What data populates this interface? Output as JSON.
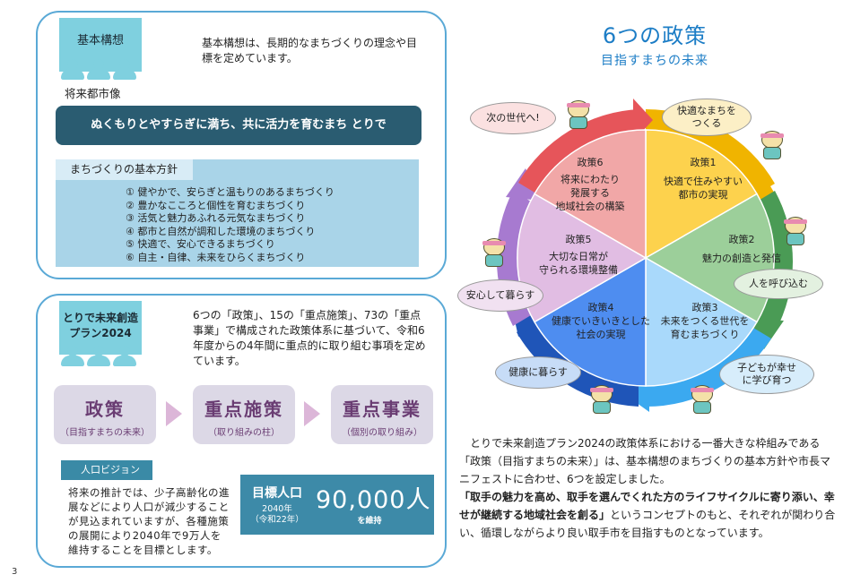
{
  "page_number": "3",
  "basic_concept": {
    "badge_title": "基本構想",
    "description": "基本構想は、長期的なまちづくりの理念や目標を定めています。",
    "future_city_label": "将来都市像",
    "slogan": "ぬくもりとやすらぎに満ち、共に活力を育むまち とりで",
    "policy_panel_title": "まちづくりの基本方針",
    "policies": [
      "① 健やかで、安らぎと温もりのあるまちづくり",
      "② 豊かなこころと個性を育むまちづくり",
      "③ 活気と魅力あふれる元気なまちづくり",
      "④ 都市と自然が調和した環境のまちづくり",
      "⑤ 快適で、安心できるまちづくり",
      "⑥ 自主・自律、未来をひらくまちづくり"
    ]
  },
  "plan2024": {
    "badge_title_line1": "とりで未来創造",
    "badge_title_line2": "プラン2024",
    "description": "6つの「政策」、15の「重点施策」、73の「重点事業」で構成された政策体系に基づいて、令和6年度からの4年間に重点的に取り組む事項を定めています。",
    "flow": [
      {
        "title": "政策",
        "subtitle": "（目指すまちの未来）"
      },
      {
        "title": "重点施策",
        "subtitle": "（取り組みの柱）"
      },
      {
        "title": "重点事業",
        "subtitle": "（個別の取り組み）"
      }
    ],
    "population_vision": {
      "label": "人口ビジョン",
      "text": "将来の推計では、少子高齢化の進展などにより人口が減少することが見込まれていますが、各種施策の展開により2040年で9万人を維持することを目標とします。",
      "target_label": "目標人口",
      "target_year": "2040年",
      "target_era": "（令和22年）",
      "target_value": "90,000人",
      "target_suffix": "を維持"
    }
  },
  "six_policies": {
    "title": "6つの政策",
    "subtitle": "目指すまちの未来",
    "sectors": [
      {
        "id": "policy1",
        "name": "政策1",
        "label_line1": "快適で住みやすい",
        "label_line2": "都市の実現",
        "label_line3": "",
        "color": "#fdd24d",
        "arrow_color": "#f0b400",
        "bubble": "快適なまちを\nつくる",
        "bubble_color": "#fcefc6"
      },
      {
        "id": "policy2",
        "name": "政策2",
        "label_line1": "魅力の創造と発信",
        "label_line2": "",
        "label_line3": "",
        "color": "#9ccf9a",
        "arrow_color": "#4a9b55",
        "bubble": "人を呼び込む",
        "bubble_color": "#e3f1e0"
      },
      {
        "id": "policy3",
        "name": "政策3",
        "label_line1": "未来をつくる世代を",
        "label_line2": "育むまちづくり",
        "label_line3": "",
        "color": "#a9d9fb",
        "arrow_color": "#3ba9f0",
        "bubble": "子どもが幸せ\nに学び育つ",
        "bubble_color": "#d7edfb"
      },
      {
        "id": "policy4",
        "name": "政策4",
        "label_line1": "健康でいきいきとした",
        "label_line2": "社会の実現",
        "label_line3": "",
        "color": "#4e8df0",
        "arrow_color": "#1f55b8",
        "bubble": "健康に暮らす",
        "bubble_color": "#c7dcf7"
      },
      {
        "id": "policy5",
        "name": "政策5",
        "label_line1": "大切な日常が",
        "label_line2": "守られる環境整備",
        "label_line3": "",
        "color": "#e1bde3",
        "arrow_color": "#a77ad0",
        "bubble": "安心して暮らす",
        "bubble_color": "#f1e1f1"
      },
      {
        "id": "policy6",
        "name": "政策6",
        "label_line1": "将来にわたり",
        "label_line2": "発展する",
        "label_line3": "地域社会の構築",
        "color": "#f1a7a7",
        "arrow_color": "#e6555a",
        "bubble": "次の世代へ!",
        "bubble_color": "#fbe1e1"
      }
    ],
    "summary_line1": "とりで未来創造プラン2024の政策体系における一番大きな枠組みである「政策（目指すまちの未来）」は、基本構想のまちづくりの基本方針や市長マニフェストに合わせ、6つを設定しました。",
    "concept_bold": "「取手の魅力を高め、取手を選んでくれた方のライフサイクルに寄り添い、幸せが継続する地域社会を創る」",
    "concept_rest": "というコンセプトのもと、それぞれが関わり合い、循環しながらより良い取手市を目指すものとなっています。"
  }
}
